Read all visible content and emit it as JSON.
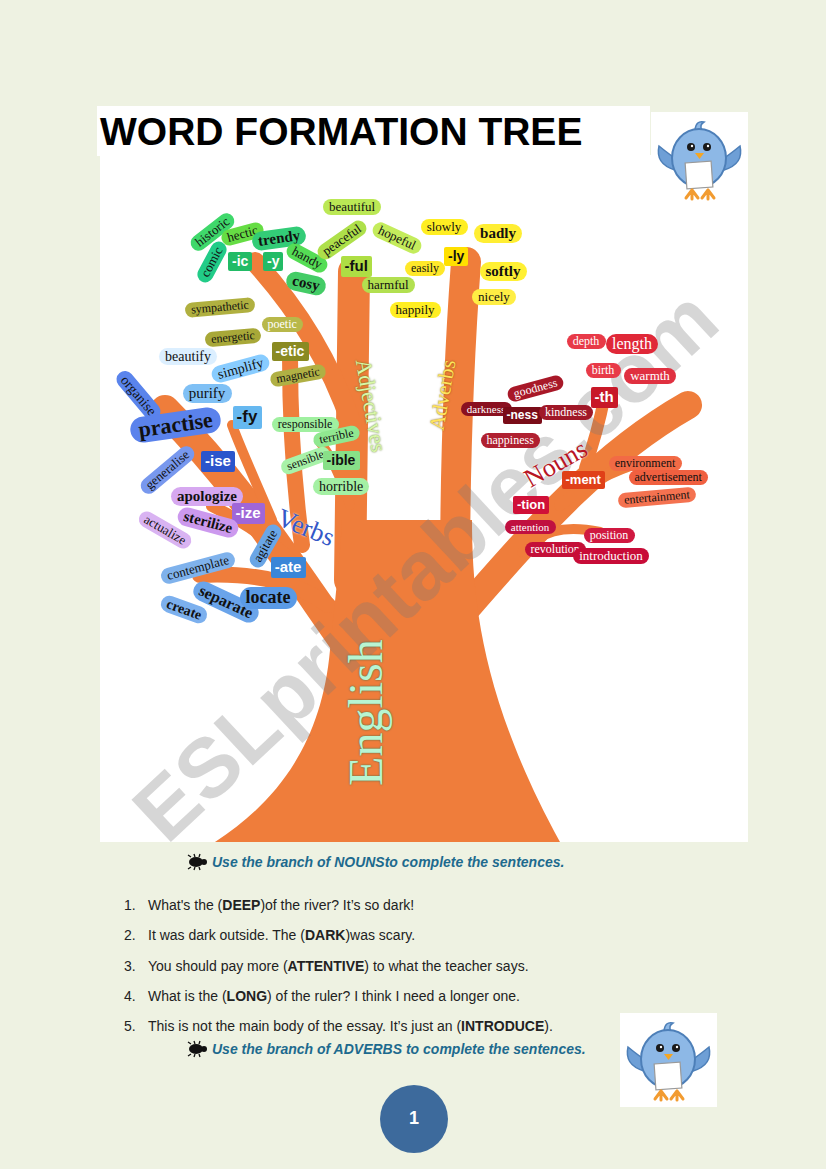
{
  "diagram": {
    "title": "WORD FORMATION TREE",
    "nodes": [
      {
        "text": [
          "historic"
        ]
      },
      {
        "text": [
          "comic"
        ]
      },
      {
        "text": [
          "hectic"
        ]
      },
      {
        "text": [
          "trendy"
        ]
      },
      {
        "text": [
          "handy"
        ]
      },
      {
        "text": [
          "cosy"
        ]
      },
      {
        "text": [
          "-ic"
        ]
      },
      {
        "text": [
          "-y"
        ]
      },
      {
        "text": [
          "beautiful"
        ]
      },
      {
        "text": [
          "peaceful"
        ]
      },
      {
        "text": [
          "hopeful"
        ]
      },
      {
        "text": [
          "-ful"
        ]
      },
      {
        "text": [
          "harmful"
        ]
      },
      {
        "text": [
          "slowly"
        ]
      },
      {
        "text": [
          "badly"
        ]
      },
      {
        "text": [
          "easily"
        ]
      },
      {
        "text": [
          "-ly"
        ]
      },
      {
        "text": [
          "softly"
        ]
      },
      {
        "text": [
          "happily"
        ]
      },
      {
        "text": [
          "nicely"
        ]
      },
      {
        "text": [
          "sympathetic"
        ]
      },
      {
        "text": [
          "energetic"
        ]
      },
      {
        "text": [
          "poetic"
        ]
      },
      {
        "text": [
          "-etic"
        ]
      },
      {
        "text": [
          "magnetic"
        ]
      },
      {
        "text": [
          "beautify"
        ]
      },
      {
        "text": [
          "simplify"
        ]
      },
      {
        "text": [
          "purify"
        ]
      },
      {
        "text": [
          "-fy"
        ]
      },
      {
        "text": [
          "organise"
        ]
      },
      {
        "text": [
          "practise"
        ]
      },
      {
        "text": [
          "-ise"
        ]
      },
      {
        "text": [
          "generalise"
        ]
      },
      {
        "text": [
          "apologize"
        ]
      },
      {
        "text": [
          "-ize"
        ]
      },
      {
        "text": [
          "sterilize"
        ]
      },
      {
        "text": [
          "actualize"
        ]
      },
      {
        "text": [
          "agitate"
        ]
      },
      {
        "text": [
          "-ate"
        ]
      },
      {
        "text": [
          "contemplate"
        ]
      },
      {
        "text": [
          "separate"
        ]
      },
      {
        "text": [
          "locate"
        ]
      },
      {
        "text": [
          "create"
        ]
      },
      {
        "text": [
          "responsible"
        ]
      },
      {
        "text": [
          "terrible"
        ]
      },
      {
        "text": [
          "sensible"
        ]
      },
      {
        "text": [
          "-ible"
        ]
      },
      {
        "text": [
          "horrible"
        ]
      },
      {
        "text": [
          "depth"
        ]
      },
      {
        "text": [
          "length"
        ]
      },
      {
        "text": [
          "birth"
        ]
      },
      {
        "text": [
          "warmth"
        ]
      },
      {
        "text": [
          "-th"
        ]
      },
      {
        "text": [
          "goodness"
        ]
      },
      {
        "text": [
          "darkness"
        ]
      },
      {
        "text": [
          "-ness"
        ]
      },
      {
        "text": [
          "kindness"
        ]
      },
      {
        "text": [
          "happiness"
        ]
      },
      {
        "text": [
          "-ment"
        ]
      },
      {
        "text": [
          "environment"
        ]
      },
      {
        "text": [
          "advertisement"
        ]
      },
      {
        "text": [
          "entertainment"
        ]
      },
      {
        "text": [
          "-tion"
        ]
      },
      {
        "text": [
          "attention"
        ]
      },
      {
        "text": [
          "revolution"
        ]
      },
      {
        "text": [
          "position"
        ]
      },
      {
        "text": [
          "introduction"
        ]
      },
      {
        "text": [
          "1"
        ]
      }
    ],
    "labels": [
      "Adjectives",
      "Adverbs",
      "Nouns",
      "Verbs",
      "English",
      "ESLprintables.com",
      "Use the branch of NOUNSto complete the sentences.",
      "1.",
      "What's the (",
      "DEEP",
      ")of the river? It’s so dark!",
      "2.",
      "It was dark outside. The (",
      "DARK",
      ")was scary.",
      "3.",
      "You should pay more (",
      "ATTENTIVE",
      ") to what the teacher says.",
      "4.",
      "What is the (",
      "LONG",
      ") of the ruler? I think I need a longer one.",
      "5.",
      "This is not the main body of the essay. It’s just an (",
      "INTRODUCE",
      ").",
      "Use the branch of ADVERBS to complete the sentences."
    ]
  }
}
